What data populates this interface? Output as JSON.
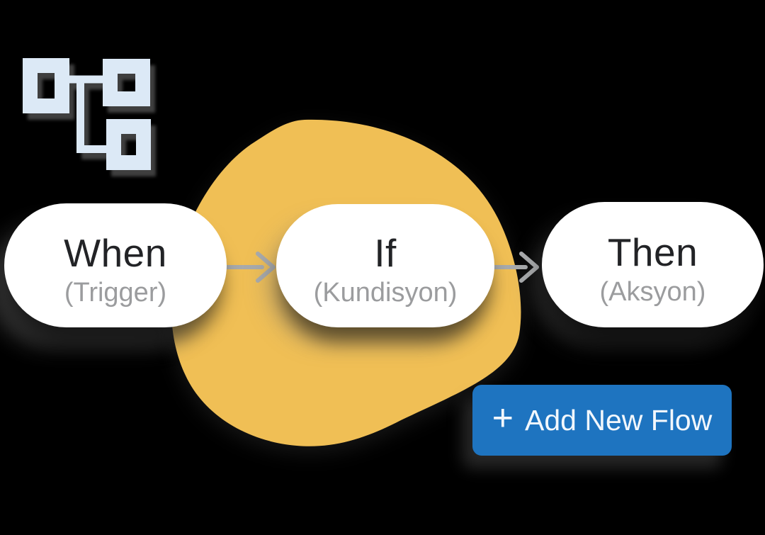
{
  "icon": {
    "name": "workflow-icon"
  },
  "nodes": [
    {
      "id": "when",
      "title": "When",
      "subtitle": "(Trigger)"
    },
    {
      "id": "if",
      "title": "If",
      "subtitle": "(Kundisyon)"
    },
    {
      "id": "then",
      "title": "Then",
      "subtitle": "(Aksyon)"
    }
  ],
  "arrows": [
    {
      "from": "when",
      "to": "if"
    },
    {
      "from": "if",
      "to": "then"
    }
  ],
  "button": {
    "plus_glyph": "+",
    "label": "Add New Flow"
  },
  "colors": {
    "background": "#000000",
    "blob": "#f0bf55",
    "pill": "#ffffff",
    "title": "#222326",
    "subtitle": "#9b9c9e",
    "arrow": "#a8aaac",
    "button-bg": "#1e74c0",
    "button-text": "#f2f7fc",
    "icon": "#dce9f6"
  }
}
